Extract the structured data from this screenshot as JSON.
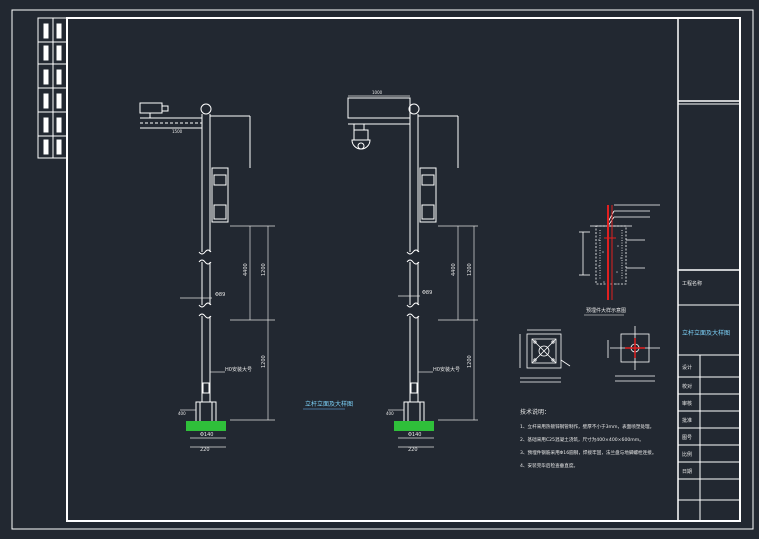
{
  "colors": {
    "background": "#222831",
    "line": "#ffffff",
    "dim": "#e0e0e0",
    "accent_green": "#2fbf3a",
    "rebar_red": "#e02020",
    "title_blue": "#6ab8ff"
  },
  "drawing": {
    "title": "立杆立面及大样图",
    "section_title": "预埋件大样示意图",
    "dim_height_total": "4400",
    "dim_upper": "1200",
    "dim_lower": "1200",
    "pipe_dia": "Φ89",
    "pipe_dia_b": "Φ89",
    "arm_label": "1500",
    "cam_arm_label": "1000",
    "base_width": "220",
    "base_dia": "Φ140",
    "flange_label": "H0安装大号",
    "flange_label_b": "H0安装大号",
    "base_small": "400",
    "notes_title": "技术说明：",
    "notes": [
      "1、立杆采用热镀锌钢管制作，壁厚不小于3mm，表面喷塑处理。",
      "2、基础采用C25混凝土浇筑，尺寸为400×400×600mm。",
      "3、预埋件钢筋采用Φ16圆钢，焊接牢固，法兰盘与地脚螺栓连接。",
      "4、安装完毕后检查垂直度。"
    ]
  },
  "title_block": {
    "project_label": "工程名称",
    "drawing_name": "立杆立面及大样图",
    "rows": [
      "设计",
      "校对",
      "审核",
      "批准",
      "图号",
      "比例",
      "日期"
    ]
  }
}
